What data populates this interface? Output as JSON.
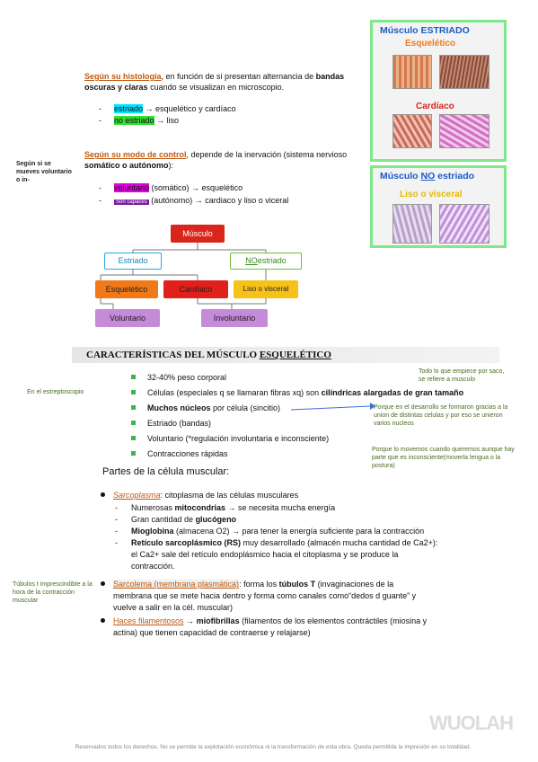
{
  "histologia": {
    "lead": "Según su histología",
    "rest_a": ", en función de si presentan alternancia de ",
    "bold_a": "bandas oscuras y claras",
    "rest_b": " cuando se visualizan en microscopio.",
    "items": [
      {
        "dash": "-",
        "hl": "estriado",
        "text": " → esquelético y cardíaco"
      },
      {
        "dash": "-",
        "hl": "no estriado",
        "text": " → liso"
      }
    ]
  },
  "control": {
    "side_note": "Según si se mueves voluntario o in-",
    "lead": "Según su modo de control",
    "rest": ", depende de la inervación (sistema nervioso ",
    "bold": "somático o autónomo",
    "tail": "):",
    "items": [
      {
        "dash": "-",
        "hl": "voluntario",
        "text": " (somático) → esquelético"
      },
      {
        "dash": "-",
        "hl": "Son capaces",
        "text": " (autónomo) → cardiaco y liso o viceral"
      }
    ]
  },
  "diagram": {
    "root": "Músculo",
    "estriado": "Estriado",
    "no": "NO",
    "no_rest": " estriado",
    "esqueletico": "Esquelético",
    "cardiaco": "Cardíaco",
    "liso": "Liso o visceral",
    "voluntario": "Voluntario",
    "involuntario": "Involuntario",
    "colors": {
      "root": "#d9261c",
      "estriado_border": "#29a9e0",
      "no_border": "#6fbf3a",
      "esqueletico": "#f07a1a",
      "cardiaco": "#e0201c",
      "liso": "#f6c21a",
      "voluntario": "#c58ad8",
      "involuntario": "#c58ad8"
    }
  },
  "panel": {
    "estriado_title_a": "Músculo ESTRIADO",
    "estriado_sub": "Esquelético",
    "cardiaco": "Cardíaco",
    "no_title_a": "Músculo ",
    "no_title_no": "NO",
    "no_title_b": " estriado",
    "liso": "Liso o visceral"
  },
  "section": {
    "title_a": "CARACTERÍSTICAS DEL MÚSCULO ",
    "title_b": "ESQUELÉTICO"
  },
  "characteristics": [
    {
      "text": "32-40% peso corporal"
    },
    {
      "text": "Células (especiales q se llamaran fibras xq) son ",
      "bold": "cilíndricas alargadas de gran tamaño"
    },
    {
      "bold": "Muchos núcleos",
      "text": " por célula (sincitio)"
    },
    {
      "text": "Estriado (bandas)"
    },
    {
      "text": "Voluntario (*regulación involuntaria e inconsciente)"
    },
    {
      "text": "Contracciones rápidas"
    }
  ],
  "side_notes": {
    "estreptoscopio": "En el estreptoscopio",
    "empiece": "Todo lo que empiece por saco, se refiere a musculo",
    "desarrollo": "Porque en el desarrollo se formaron gracias a la union de distintas celulas y por eso se unieron varios nucleos",
    "movemos": "Porque lo movemos cuando queremos aunque hay parte que es inconsciente(moverla lengua o la postura)",
    "tubulos": "Túbulos t imprescindible a la hora de la contracción muscular"
  },
  "partes_title": "Partes de la célula muscular:",
  "sarcoplasma": {
    "label": "Sarcoplasma",
    "text": ": citoplasma de las células musculares",
    "subs": [
      {
        "a": "Numerosas ",
        "b": "mitocondrias",
        "c": " → se necesita mucha energía"
      },
      {
        "a": "Gran cantidad de ",
        "b": "glucógeno",
        "c": ""
      },
      {
        "a": "",
        "b": "Mioglobina",
        "c": " (almacena O2) → para tener la energía suficiente para la contracción"
      },
      {
        "a": "",
        "b": "Retículo sarcoplásmico (RS)",
        "c": " muy desarrollado (almacén mucha cantidad de Ca2+):"
      }
    ],
    "cont1": "el Ca2+ sale del retículo endoplásmico hacia el citoplasma y se produce la",
    "cont2": "contracción."
  },
  "sarcolema": {
    "label": "Sarcolema (membrana plasmática)",
    "a": ": forma los ",
    "b": "túbulos T",
    "c": " (invaginaciones de la",
    "line2": "membrana que se mete hacia dentro y forma como canales como“dedos d guante” y",
    "line3": "vuelve a salir en la cél. muscular)"
  },
  "haces": {
    "label": "Haces filamentosos",
    "a": " → ",
    "b": "miofibrillas",
    "c": " (filamentos de los elementos contráctiles (miosina y",
    "line2": "actina) que tienen capacidad de contraerse y relajarse)"
  },
  "footer": {
    "logo": "WUOLAH",
    "rights": "Reservados todos los derechos. No se permite la explotación económica ni la transformación de esta obra. Queda permitida la impresión en su totalidad."
  }
}
